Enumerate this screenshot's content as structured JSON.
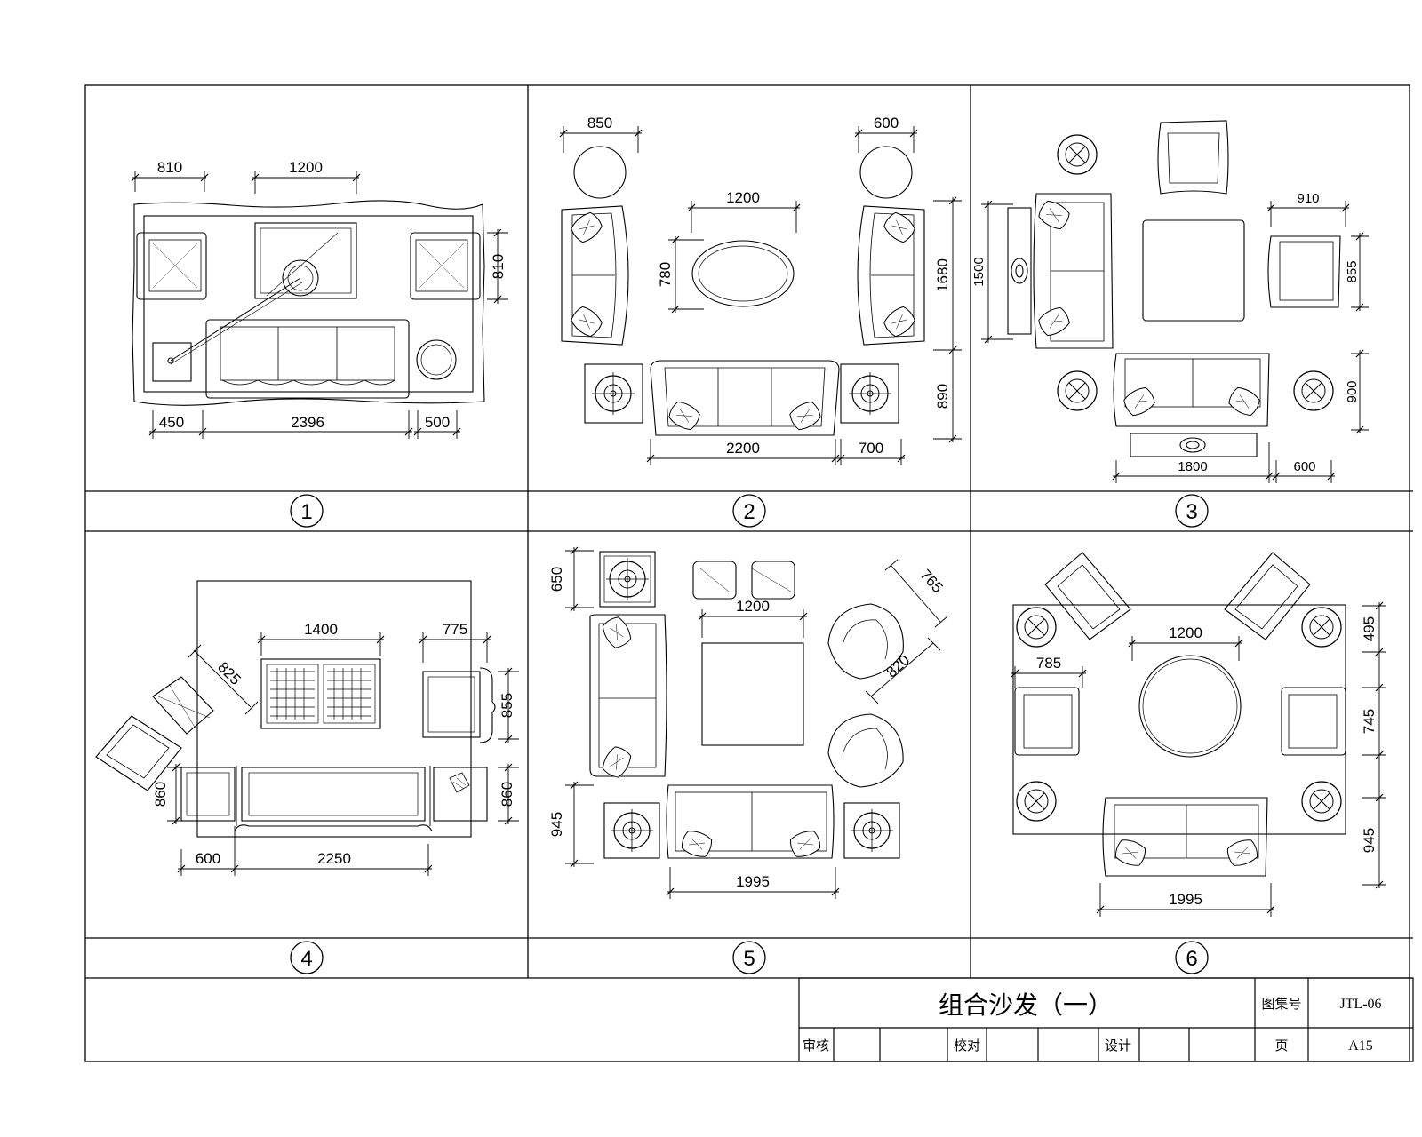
{
  "panels": [
    {
      "number": "1",
      "dims": {
        "d810a": "810",
        "d1200": "1200",
        "d810b": "810",
        "d450": "450",
        "d2396": "2396",
        "d500": "500"
      }
    },
    {
      "number": "2",
      "dims": {
        "d850": "850",
        "d600": "600",
        "d1200": "1200",
        "d780": "780",
        "d1680": "1680",
        "d890": "890",
        "d2200": "2200",
        "d700": "700"
      }
    },
    {
      "number": "3",
      "dims": {
        "d1500": "1500",
        "d910": "910",
        "d855": "855",
        "d900": "900",
        "d1800": "1800",
        "d600": "600"
      }
    },
    {
      "number": "4",
      "dims": {
        "d1400": "1400",
        "d775": "775",
        "d825": "825",
        "d855": "855",
        "d860a": "860",
        "d860b": "860",
        "d600": "600",
        "d2250": "2250"
      }
    },
    {
      "number": "5",
      "dims": {
        "d650": "650",
        "d1200": "1200",
        "d765": "765",
        "d820": "820",
        "d945": "945",
        "d1995": "1995"
      }
    },
    {
      "number": "6",
      "dims": {
        "d1200": "1200",
        "d495": "495",
        "d785": "785",
        "d745": "745",
        "d945": "945",
        "d1995": "1995"
      }
    }
  ],
  "title_block": {
    "title": "组合沙发（一）",
    "atlas_no_label": "图集号",
    "atlas_no_value": "JTL-06",
    "review_label": "审核",
    "check_label": "校对",
    "design_label": "设计",
    "page_label": "页",
    "page_value": "A15"
  }
}
